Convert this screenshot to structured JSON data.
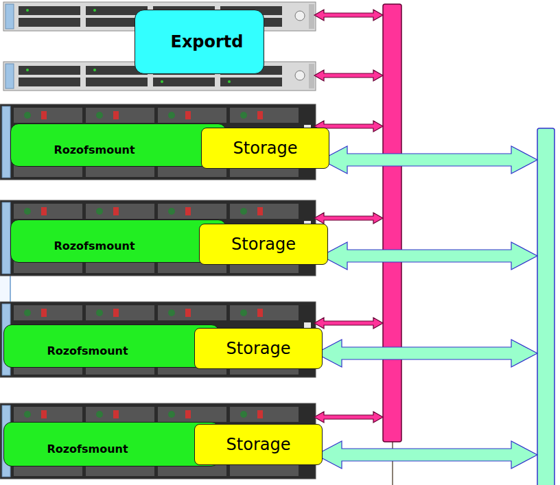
{
  "diagram": {
    "nodes": [
      {
        "text": [
          "Exportd"
        ]
      },
      {
        "text": [
          "Rozofsmount"
        ]
      },
      {
        "text": [
          "Storage"
        ]
      },
      {
        "text": [
          "Rozofsmount"
        ]
      },
      {
        "text": [
          "Storage"
        ]
      },
      {
        "text": [
          "Rozofsmount"
        ]
      },
      {
        "text": [
          "Storage"
        ]
      },
      {
        "text": [
          "Rozofsmount"
        ]
      },
      {
        "text": [
          "Storage"
        ]
      }
    ]
  }
}
